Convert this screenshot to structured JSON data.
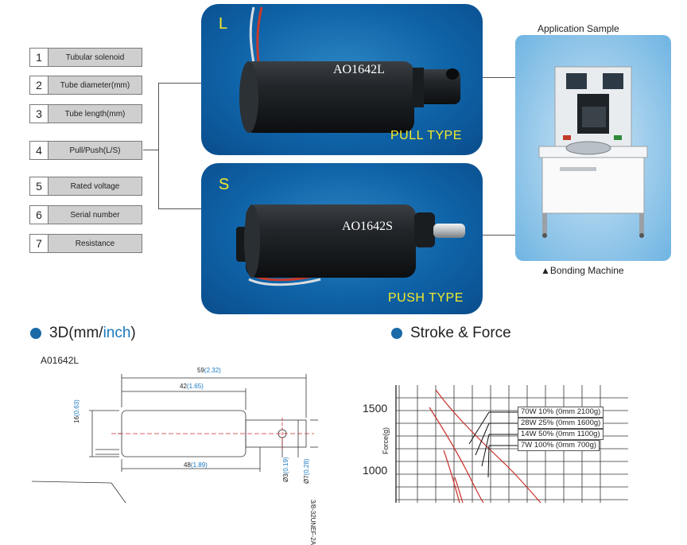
{
  "specs": {
    "items": [
      {
        "num": "1",
        "label": "Tubular solenoid"
      },
      {
        "num": "2",
        "label": "Tube diameter(mm)"
      },
      {
        "num": "3",
        "label": "Tube length(mm)"
      },
      {
        "num": "4",
        "label": "Pull/Push(L/S)"
      },
      {
        "num": "5",
        "label": "Rated voltage"
      },
      {
        "num": "6",
        "label": "Serial number"
      },
      {
        "num": "7",
        "label": "Resistance"
      }
    ]
  },
  "panels": {
    "pull": {
      "letter": "L",
      "model": "AO1642L",
      "type": "PULL TYPE"
    },
    "push": {
      "letter": "S",
      "model": "AO1642S",
      "type": "PUSH TYPE"
    }
  },
  "application": {
    "title": "Application Sample",
    "caption": "▲Bonding Machine"
  },
  "dimensions": {
    "heading_main": "3D(mm/",
    "heading_unit": "inch",
    "heading_close": ")",
    "model": "A01642L",
    "d_total": "59",
    "d_total_in": "(2.32)",
    "d_body": "42",
    "d_body_in": "(1.65)",
    "d_dia": "16",
    "d_dia_in": "(0.63)",
    "d_bottom": "48",
    "d_bottom_in": "(1.89)",
    "d_hole": "Ø3",
    "d_hole_in": "(0.19)",
    "d_rod": "Ø7",
    "d_rod_in": "(0.28)",
    "d_thread": "3/8-32UNEF-2A"
  },
  "chart_data": {
    "type": "line",
    "title": "Stroke & Force",
    "ylabel": "Force(g)",
    "yticks": [
      1000,
      1500
    ],
    "legend": [
      "70W 10% (0mm 2100g)",
      "28W 25% (0mm 1600g)",
      "14W 50% (0mm 1100g)",
      "7W 100% (0mm 700g)"
    ],
    "colors": {
      "series": "#c8302a",
      "grid": "#333333",
      "accent": "#1a6aa8"
    }
  }
}
